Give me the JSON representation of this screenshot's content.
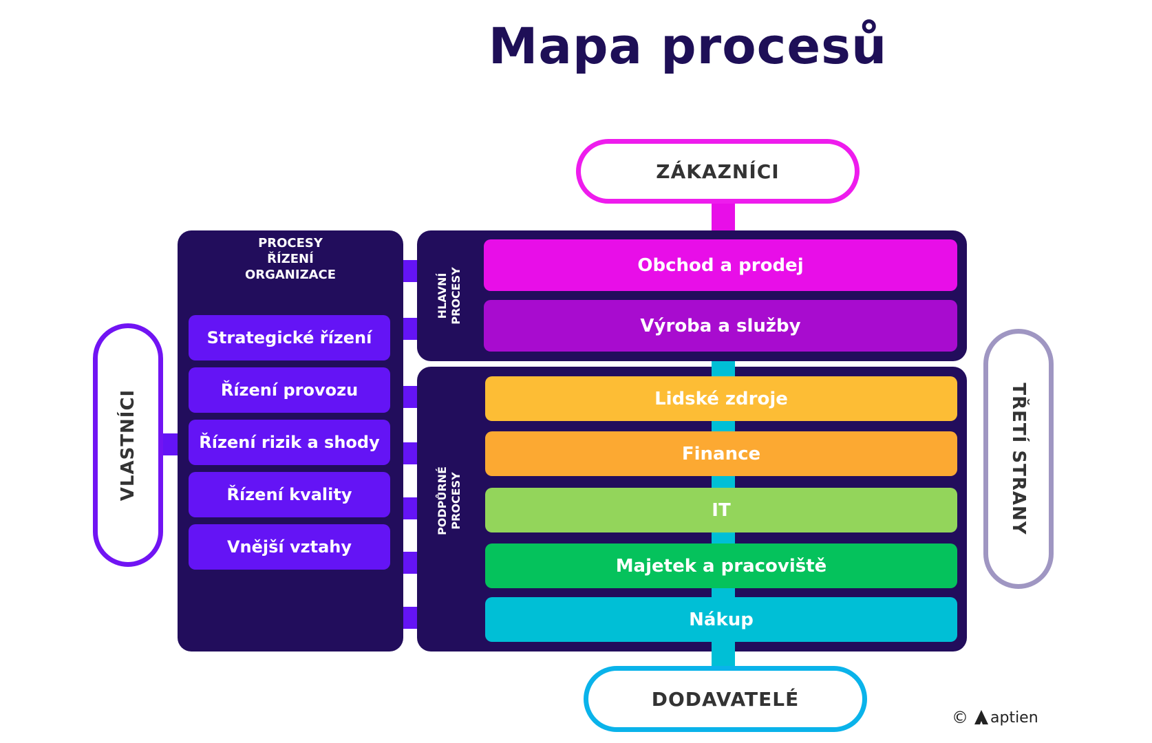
{
  "title": "Mapa procesů",
  "customers": "ZÁKAZNÍCI",
  "suppliers": "DODAVATELÉ",
  "owners": "VLASTNÍCI",
  "third_parties": "TŘETÍ STRANY",
  "management": {
    "title_lines": [
      "PROCESY",
      "ŘÍZENÍ",
      "ORGANIZACE"
    ],
    "items": [
      "Strategické řízení",
      "Řízení provozu",
      "Řízení rizik a shody",
      "Řízení kvality",
      "Vnější vztahy"
    ]
  },
  "main_processes": {
    "label_lines": [
      "HLAVNÍ",
      "PROCESY"
    ],
    "items": [
      "Obchod a prodej",
      "Výroba a služby"
    ]
  },
  "support_processes": {
    "label_lines": [
      "PODPŮRNÉ",
      "PROCESY"
    ],
    "items": [
      "Lidské zdroje",
      "Finance",
      "IT",
      "Majetek a pracoviště",
      "Nákup"
    ]
  },
  "colors": {
    "dark_panel": "#220d5c",
    "management_item": "#6414f5",
    "obchod": "#e80ee8",
    "vyroba": "#a80ccf",
    "lidske_zdroje": "#fdbd35",
    "finance": "#fca932",
    "it": "#93d55b",
    "majetek": "#05c25c",
    "nakup": "#00bfd6",
    "customers_border": "#ee1ced",
    "suppliers_border": "#0ab3ea",
    "owners_border": "#7114f3",
    "third_parties_border": "#9f96c2"
  },
  "copyright": {
    "symbol": "©",
    "brand": "aptien",
    "logo_icon": "aptien-logo-icon"
  }
}
